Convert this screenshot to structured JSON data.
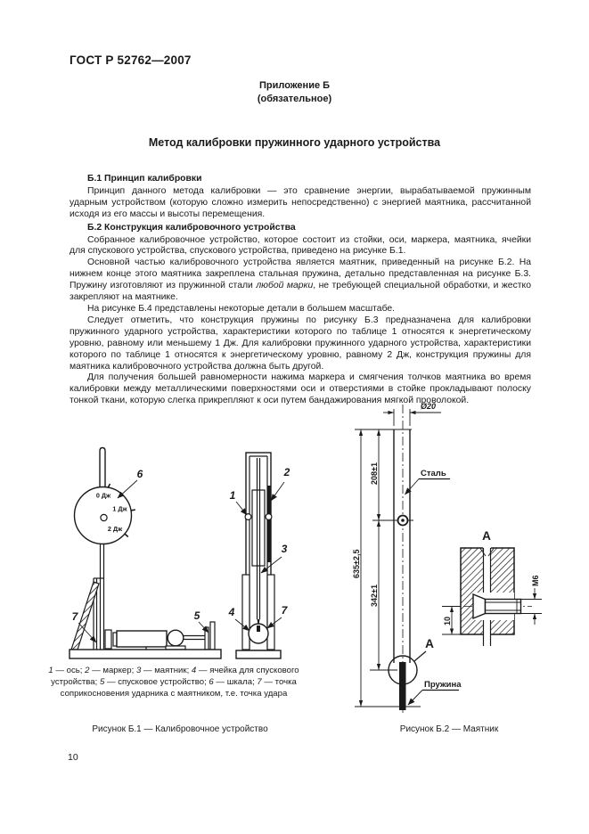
{
  "doc": {
    "header": "ГОСТ Р 52762—2007",
    "appendix_title": "Приложение Б",
    "appendix_subtitle": "(обязательное)",
    "title": "Метод калибровки пружинного ударного устройства",
    "section_b1": {
      "heading": "Б.1  Принцип калибровки",
      "p1": "Принцип данного метода калибровки — это сравнение энергии, вырабатываемой пружинным ударным устройством (которую сложно измерить непосредственно) с энергией маятника, рассчитанной исходя из его массы и высоты перемещения."
    },
    "section_b2": {
      "heading": "Б.2  Конструкция калибровочного устройства",
      "p1": "Собранное калибровочное устройство, которое состоит из стойки, оси, маркера, маятника, ячейки для спускового устройства, спускового устройства, приведено на рисунке Б.1.",
      "p2_before": "Основной частью калибровочного устройства является маятник, приведенный на рисунке Б.2. На нижнем конце этого маятника закреплена стальная пружина, детально представленная на рисунке Б.3. Пружину изготовляют из пружинной стали ",
      "p2_italic": "любой марки",
      "p2_after": ", не требующей специальной обработки, и жестко закрепляют на маятнике.",
      "p3": "На рисунке Б.4 представлены некоторые детали в большем масштабе.",
      "p4": "Следует отметить, что конструкция пружины по рисунку Б.3 предназначена для калибровки пружинного ударного устройства, характеристики которого по таблице 1 относятся к энергетическому уровню, равному или меньшему 1 Дж. Для калибровки пружинного ударного устройства, характеристики которого по таблице 1 относятся к энергетическому уровню, равному 2 Дж, конструкция пружины для маятника калибровочного устройства должна быть другой.",
      "p5": "Для получения большей равномерности нажима маркера и смягчения толчков маятника во время калибровки между металлическими поверхностями оси и отверстиями в стойке прокладывают полоску тонкой ткани, которую слегка прикрепляют к оси путем бандажирования мягкой проволокой."
    },
    "figure_b1": {
      "dial": {
        "l0": "0 Дж",
        "l1": "1 Дж",
        "l2": "2 Дж"
      },
      "callouts": {
        "c1": "1",
        "c2": "2",
        "c3": "3",
        "c4": "4",
        "c5": "5",
        "c6": "6",
        "c7": "7"
      },
      "legend": {
        "items": [
          {
            "num": "1",
            "rest": " — ось; "
          },
          {
            "num": "2",
            "rest": " — маркер; "
          },
          {
            "num": "3",
            "rest": " — маятник; "
          },
          {
            "num": "4",
            "rest": " — ячейка для спускового устройства; "
          },
          {
            "num": "5",
            "rest": " — спусковое устройство; "
          },
          {
            "num": "6",
            "rest": " — шкала; "
          },
          {
            "num": "7",
            "rest": " — точка соприкосновения ударника с маятником, т.е. точка удара"
          }
        ]
      },
      "caption": "Рисунок Б.1 — Калибровочное устройство"
    },
    "figure_b2": {
      "dim_diameter": "Ø20",
      "dim_208": "208±1",
      "dim_635": "635±2,5",
      "dim_342": "342±1",
      "dim_10": "10",
      "dim_m6": "М6",
      "label_steel": "Сталь",
      "label_spring": "Пружина",
      "detail_letter": "А",
      "detail_title": "А",
      "caption": "Рисунок Б.2 — Маятник"
    },
    "page_number": "10",
    "colors": {
      "ink": "#1a1a1a",
      "paper": "#ffffff"
    }
  }
}
